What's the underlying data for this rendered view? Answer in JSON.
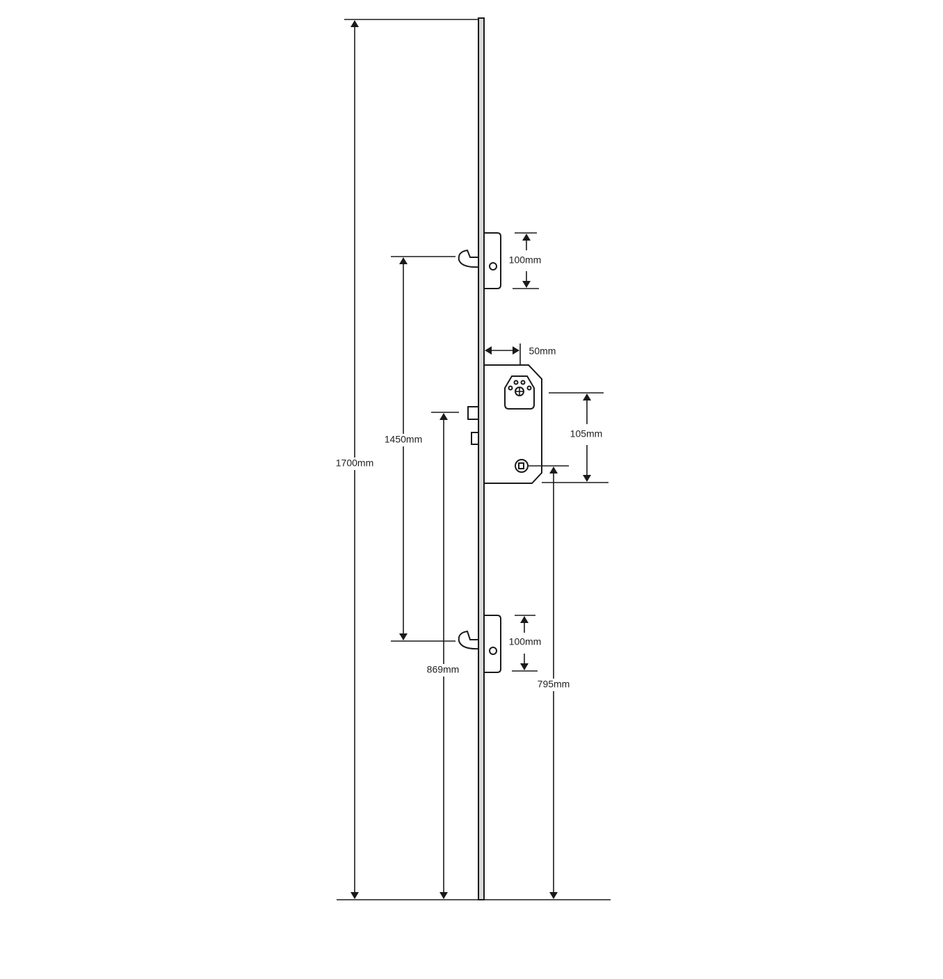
{
  "diagram": {
    "colors": {
      "line": "#1a1a1a",
      "faceplate_fill": "#d8d8d8",
      "background": "#ffffff"
    },
    "dimensions": {
      "overall_length": "1700mm",
      "hook_centres": "1450mm",
      "top_hook_plate": "100mm",
      "backset": "50mm",
      "centres": "105mm",
      "latch_height": "869mm",
      "follower_height": "795mm",
      "bottom_hook_plate": "100mm"
    }
  }
}
